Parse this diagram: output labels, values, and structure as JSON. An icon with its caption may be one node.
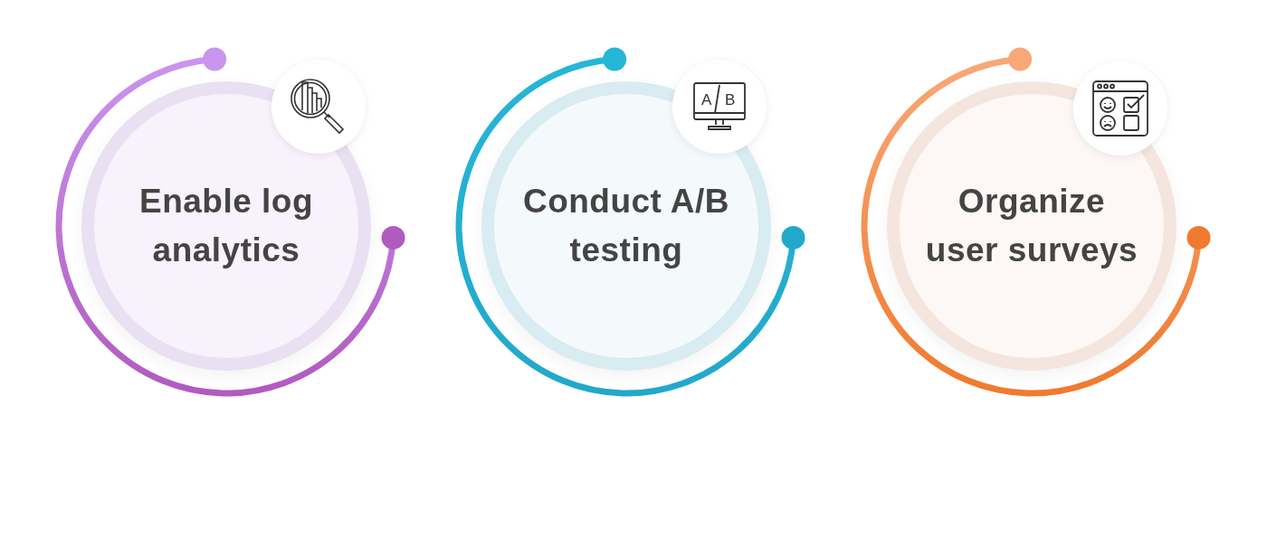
{
  "diagram": {
    "nodes": [
      {
        "text": [
          "Enable log analytics"
        ]
      },
      {
        "text": [
          "Conduct A/B testing"
        ]
      },
      {
        "text": [
          "Organize user surveys"
        ]
      }
    ],
    "labels": [
      "A",
      "B"
    ]
  }
}
